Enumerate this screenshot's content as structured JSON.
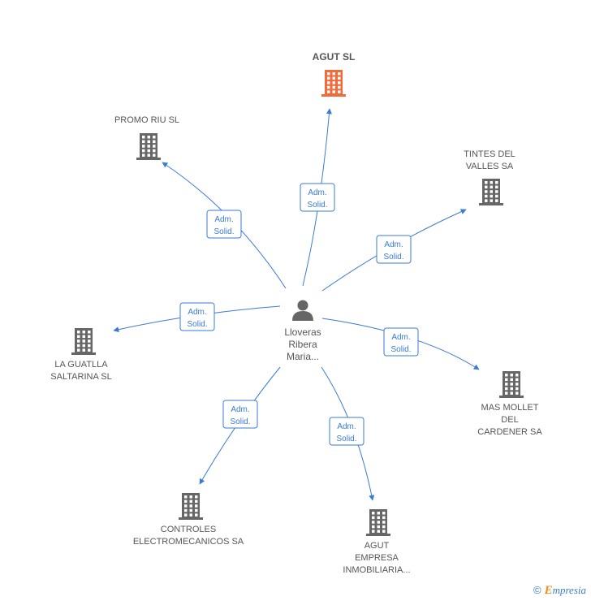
{
  "center": {
    "lines": [
      "Lloveras",
      "Ribera",
      "Maria..."
    ],
    "icon": "person-icon"
  },
  "edge_label": [
    "Adm.",
    "Solid."
  ],
  "nodes": [
    {
      "id": "agut-sl",
      "lines": [
        "AGUT SL"
      ],
      "highlight": true
    },
    {
      "id": "promo-riu-sl",
      "lines": [
        "PROMO RIU SL"
      ],
      "highlight": false
    },
    {
      "id": "tintes-del-valles-sa",
      "lines": [
        "TINTES DEL",
        "VALLES SA"
      ],
      "highlight": false
    },
    {
      "id": "la-guatlla-saltarina-sl",
      "lines": [
        "LA GUATLLA",
        "SALTARINA SL"
      ],
      "highlight": false
    },
    {
      "id": "mas-mollet-del-cardener-sa",
      "lines": [
        "MAS MOLLET",
        "DEL",
        "CARDENER SA"
      ],
      "highlight": false
    },
    {
      "id": "controles-electromecanicos-sa",
      "lines": [
        "CONTROLES",
        "ELECTROMECANICOS SA"
      ],
      "highlight": false
    },
    {
      "id": "agut-empresa-inmobiliaria",
      "lines": [
        "AGUT",
        "EMPRESA",
        "INMOBILIARIA..."
      ],
      "highlight": false
    }
  ],
  "colors": {
    "edge": "#3a7bd5",
    "building": "#666666",
    "building_highlight": "#f26a3a",
    "person": "#666666"
  },
  "footer": {
    "copyright": "©",
    "brand_initial": "E",
    "brand_rest": "mpresia"
  }
}
